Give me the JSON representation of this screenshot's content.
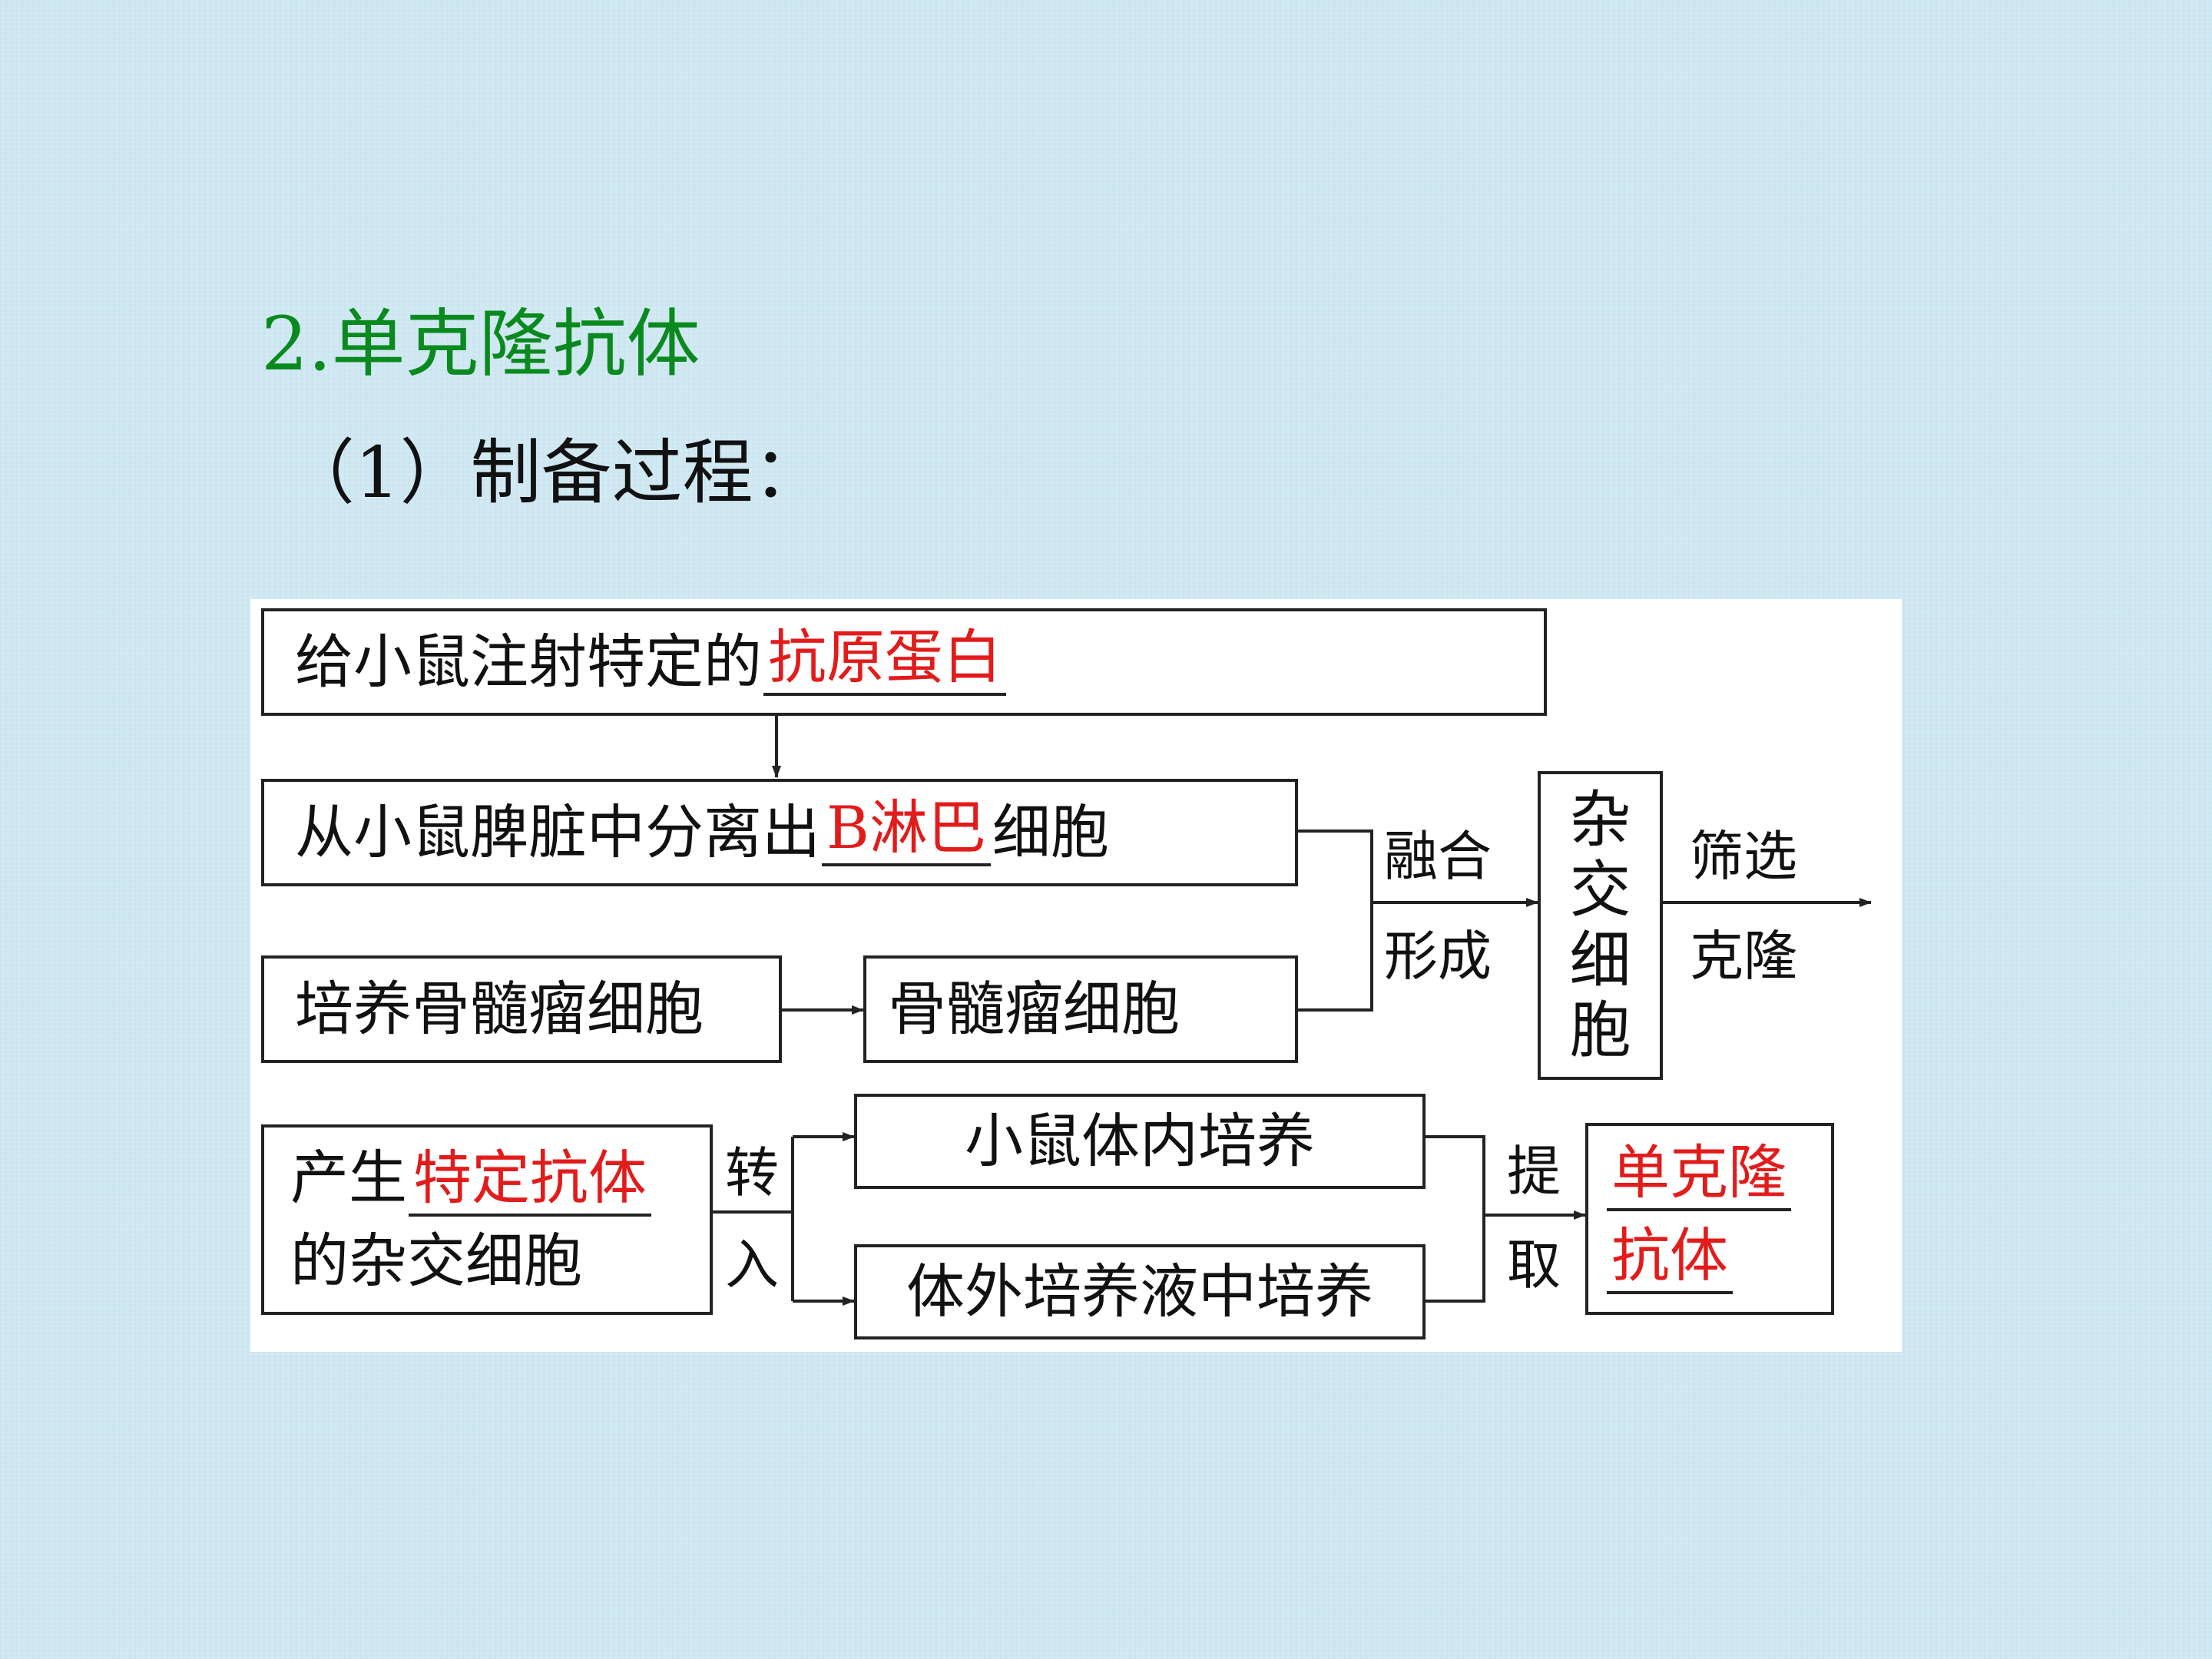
{
  "heading": "2.单克隆抗体",
  "subheading": "（1）制备过程：",
  "diagram": {
    "step1": {
      "text": "给小鼠注射特定的",
      "blank": "抗原蛋白"
    },
    "step2": {
      "text": "从小鼠脾脏中分离出",
      "blank": "B淋巴",
      "suffix": "细胞"
    },
    "step3a": "培养骨髓瘤细胞",
    "step3b": "骨髓瘤细胞",
    "fuse_label_1": "融合",
    "fuse_label_2": "形成",
    "hybrid": [
      "杂",
      "交",
      "细",
      "胞"
    ],
    "screen_label_1": "筛选",
    "screen_label_2": "克隆",
    "step4": {
      "prefix": "产生",
      "blank": "特定抗体",
      "line2": "的杂交细胞"
    },
    "transfer_1": "转",
    "transfer_2": "入",
    "culture_in_vivo": "小鼠体内培养",
    "culture_in_vitro": "体外培养液中培养",
    "extract_1": "提",
    "extract_2": "取",
    "result": {
      "line1": "单克隆",
      "line2": "抗体"
    }
  }
}
